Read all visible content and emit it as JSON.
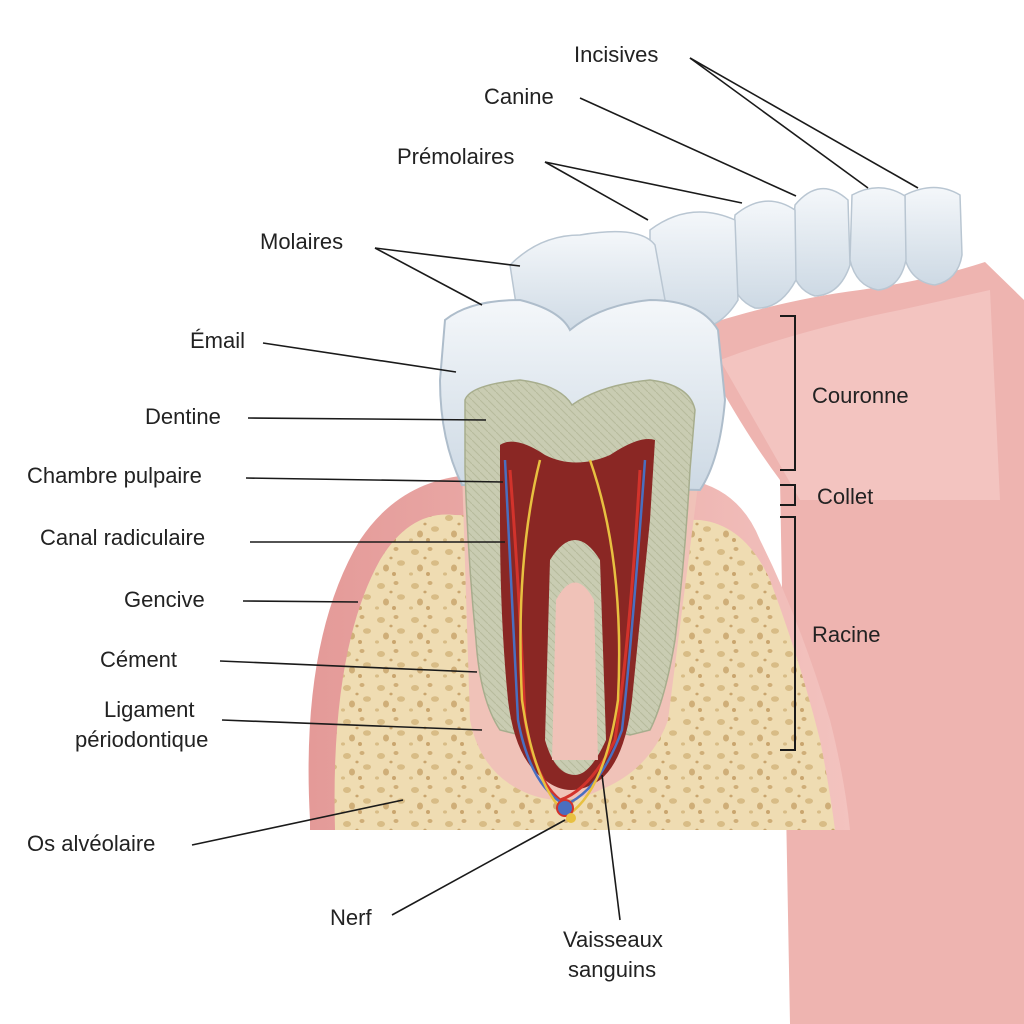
{
  "labels": {
    "incisives": "Incisives",
    "canine": "Canine",
    "premolaires": "Prémolaires",
    "molaires": "Molaires",
    "email": "Émail",
    "dentine": "Dentine",
    "chambre_pulpaire": "Chambre pulpaire",
    "canal_radiculaire": "Canal radiculaire",
    "gencive": "Gencive",
    "cement": "Cément",
    "ligament_line1": "Ligament",
    "ligament_line2": "périodontique",
    "os_alveolaire": "Os alvéolaire",
    "nerf": "Nerf",
    "vaisseaux_line1": "Vaisseaux",
    "vaisseaux_line2": "sanguins"
  },
  "regions": {
    "couronne": "Couronne",
    "collet": "Collet",
    "racine": "Racine"
  },
  "colors": {
    "enamel": "#dde6ee",
    "dentin": "#c9cdb4",
    "pulp": "#8e2a26",
    "gum": "#e8a8a4",
    "bone": "#eedcb4",
    "nerve": "#e8c040",
    "vessel_blue": "#4a6fc0",
    "vessel_red": "#c8302a"
  }
}
